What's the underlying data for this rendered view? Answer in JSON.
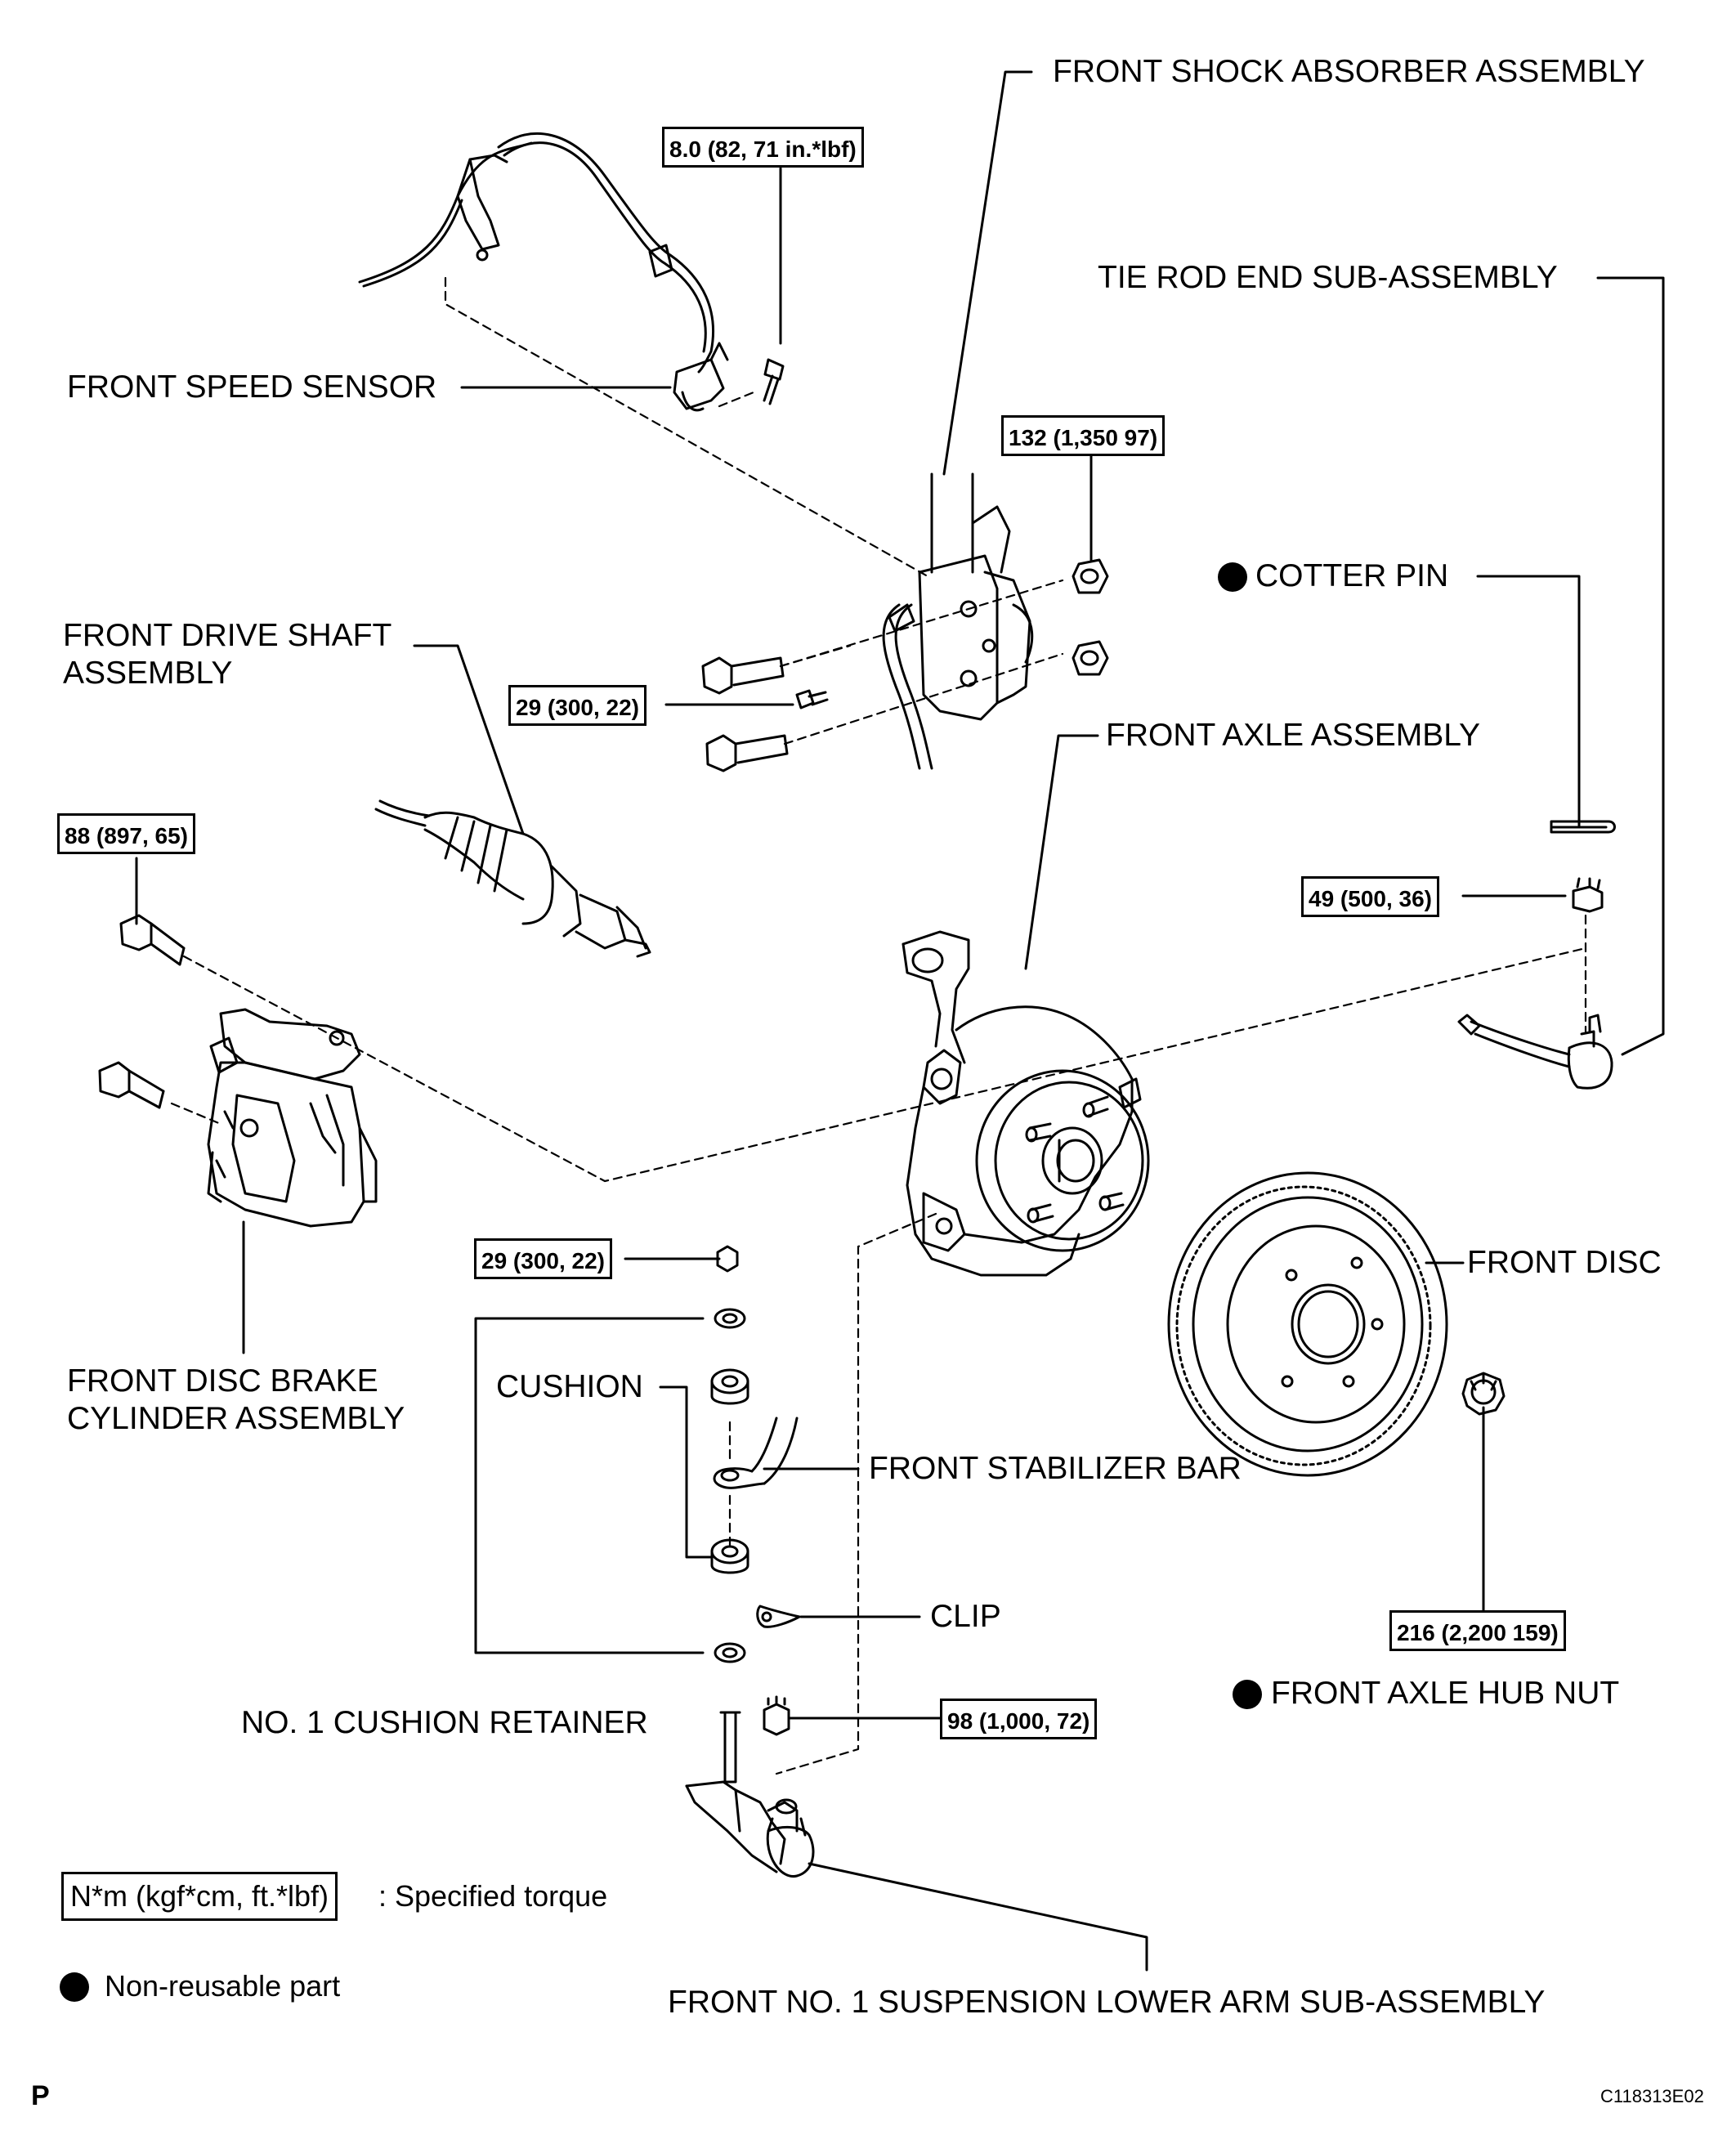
{
  "labels": {
    "front_shock_absorber": "FRONT SHOCK ABSORBER ASSEMBLY",
    "tie_rod_end": "TIE ROD END SUB-ASSEMBLY",
    "front_speed_sensor": "FRONT SPEED SENSOR",
    "cotter_pin": "COTTER PIN",
    "front_drive_shaft_line1": "FRONT DRIVE SHAFT",
    "front_drive_shaft_line2": "ASSEMBLY",
    "front_axle_assembly": "FRONT AXLE ASSEMBLY",
    "front_disc": "FRONT DISC",
    "front_disc_brake_line1": "FRONT DISC BRAKE",
    "front_disc_brake_line2": "CYLINDER ASSEMBLY",
    "cushion": "CUSHION",
    "front_stabilizer_bar": "FRONT STABILIZER BAR",
    "clip": "CLIP",
    "front_axle_hub_nut": "FRONT AXLE HUB NUT",
    "no1_cushion_retainer": "NO. 1 CUSHION RETAINER",
    "lower_arm": "FRONT NO. 1 SUSPENSION LOWER ARM SUB-ASSEMBLY"
  },
  "torques": {
    "speed_sensor_bolt": "8.0 (82, 71 in.*lbf)",
    "shock_nut": "132 (1,350 97)",
    "flexhose_bolt": "29 (300, 22)",
    "caliper_bolt": "88 (897, 65)",
    "tie_rod_nut": "49  (500, 36)",
    "stabilizer_nut": "29 (300, 22)",
    "hub_nut": "216 (2,200 159)",
    "ball_joint_nut": "98 (1,000, 72)"
  },
  "legend": {
    "torque_box": "N*m (kgf*cm, ft.*lbf)",
    "torque_text": ": Specified torque",
    "nonreusable_text": "Non-reusable part"
  },
  "footer": {
    "page_letter": "P",
    "figure_code": "C118313E02"
  },
  "colors": {
    "ink": "#000000",
    "paper": "#ffffff"
  }
}
